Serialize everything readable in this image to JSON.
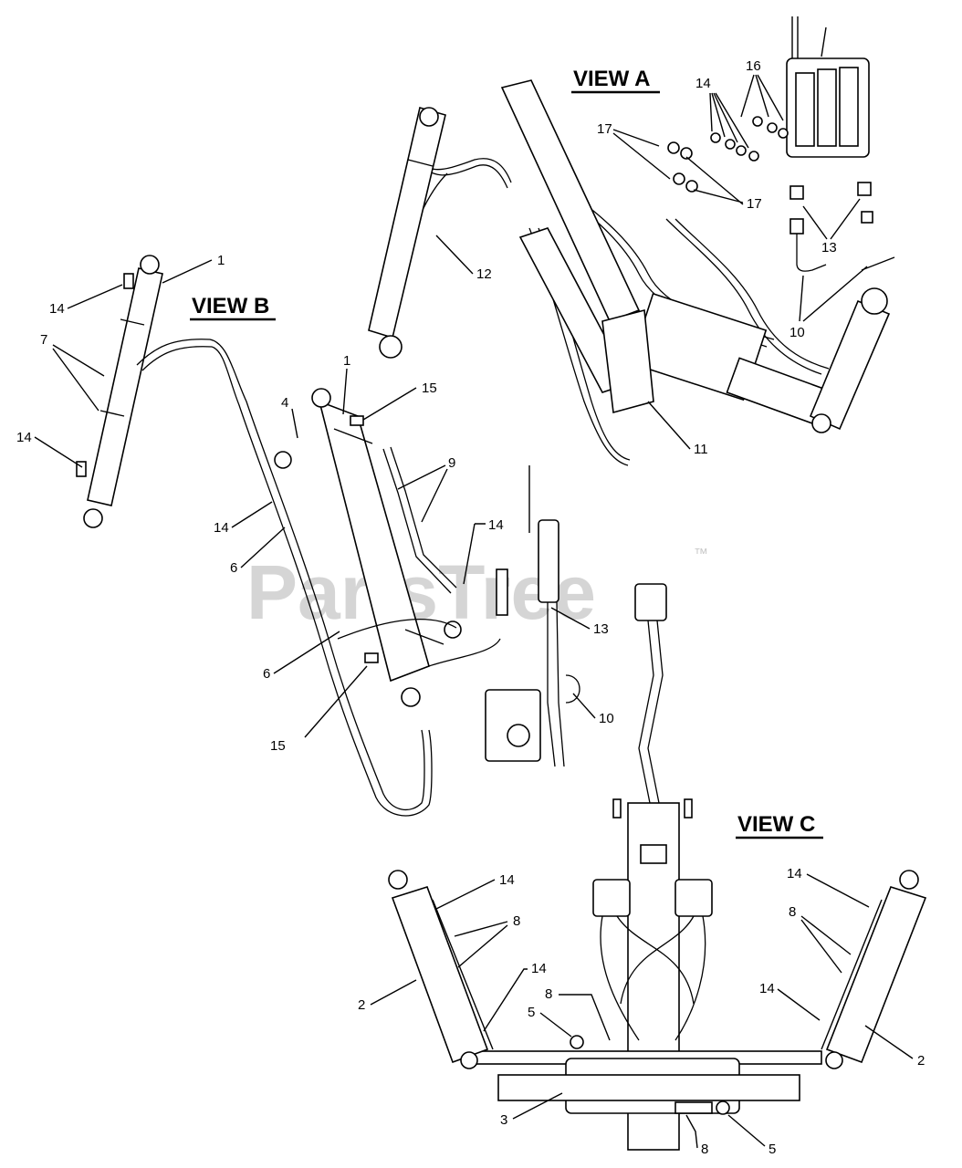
{
  "views": {
    "a": "VIEW A",
    "b": "VIEW B",
    "c": "VIEW C"
  },
  "watermark": {
    "text": "PartsTree",
    "mark": "™"
  },
  "labels": {
    "vb_1": "1",
    "vb_14_top": "14",
    "vb_7": "7",
    "vb_14_low": "14",
    "vb2_1": "1",
    "vb2_4": "4",
    "vb2_15_top": "15",
    "vb2_9": "9",
    "vb2_14_left": "14",
    "vb2_6_up": "6",
    "vb2_14_right": "14",
    "vb2_13": "13",
    "vb2_6_low": "6",
    "vb2_15_low": "15",
    "vb2_10": "10",
    "va_16": "16",
    "va_14": "14",
    "va_17_top": "17",
    "va_17_right": "17",
    "va_13": "13",
    "va_12": "12",
    "va_10": "10",
    "va_11": "11",
    "vc_14_left": "14",
    "vc_8_left": "8",
    "vc_14_right_top": "14",
    "vc_8_right": "8",
    "vc_2_left": "2",
    "vc_14_mid": "14",
    "vc_14_right_mid": "14",
    "vc_2_right": "2",
    "vc_8_mid": "8",
    "vc_5_left": "5",
    "vc_3": "3",
    "vc_8_bottom": "8",
    "vc_5_bottom": "5"
  }
}
